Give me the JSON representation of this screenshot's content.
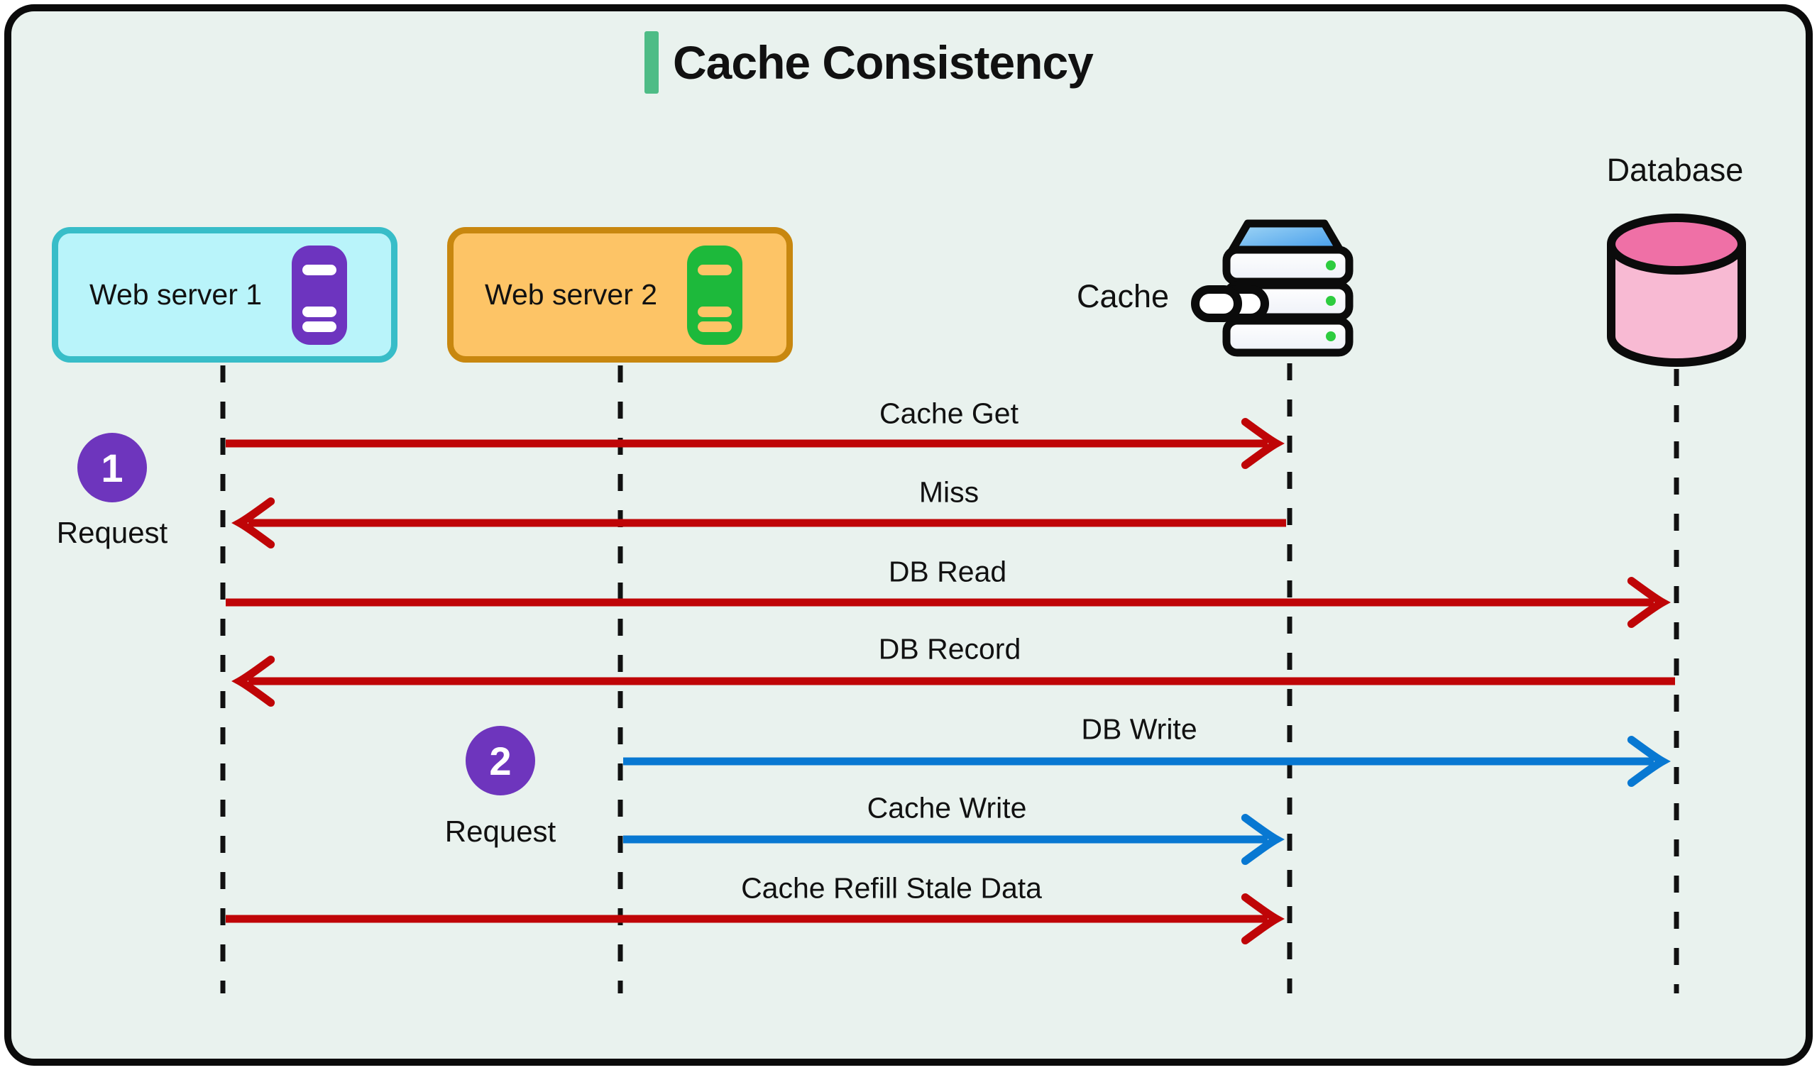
{
  "title": "Cache Consistency",
  "colors": {
    "background": "#e9f2ee",
    "frame_border": "#0b0b0b",
    "accent_green": "#4ebc86",
    "arrow_red": "#bf0507",
    "arrow_blue": "#0878d2",
    "step_purple": "#6e35bd",
    "ws1_border": "#38bdc8",
    "ws1_fill": "#b9f4fa",
    "ws1_icon": "#6d34bf",
    "ws2_border": "#c8870f",
    "ws2_fill": "#fdc466",
    "ws2_icon": "#1db93b",
    "db_top": "#ef70a6",
    "db_body": "#f8bad3",
    "led_green": "#2ecc3f",
    "text": "#111111"
  },
  "actors": [
    {
      "label": "Web server 1"
    },
    {
      "label": "Web server 2"
    },
    {
      "label": "Cache"
    },
    {
      "label": "Database"
    }
  ],
  "steps": [
    {
      "number": "1",
      "label": "Request"
    },
    {
      "number": "2",
      "label": "Request"
    }
  ],
  "messages": [
    {
      "label": "Cache Get",
      "from": "Web server 1",
      "to": "Cache",
      "color": "red",
      "direction": "right"
    },
    {
      "label": "Miss",
      "from": "Cache",
      "to": "Web server 1",
      "color": "red",
      "direction": "left"
    },
    {
      "label": "DB Read",
      "from": "Web server 1",
      "to": "Database",
      "color": "red",
      "direction": "right"
    },
    {
      "label": "DB Record",
      "from": "Database",
      "to": "Web server 1",
      "color": "red",
      "direction": "left"
    },
    {
      "label": "DB Write",
      "from": "Web server 2",
      "to": "Database",
      "color": "blue",
      "direction": "right"
    },
    {
      "label": "Cache Write",
      "from": "Web server 2",
      "to": "Cache",
      "color": "blue",
      "direction": "right"
    },
    {
      "label": "Cache Refill Stale Data",
      "from": "Web server 1",
      "to": "Cache",
      "color": "red",
      "direction": "right"
    }
  ]
}
